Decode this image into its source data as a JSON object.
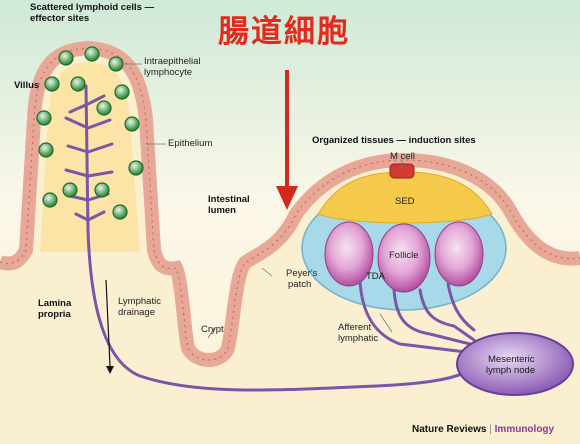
{
  "title_cjk": "腸道細胞",
  "labels": {
    "scattered_line1": "Scattered lymphoid cells —",
    "scattered_line2": "effector sites",
    "villus": "Villus",
    "intraepithelial_line1": "Intraepithelial",
    "intraepithelial_line2": "lymphocyte",
    "epithelium": "Epithelium",
    "organized": "Organized tissues — induction sites",
    "m_cell": "M cell",
    "sed": "SED",
    "intestinal_line1": "Intestinal",
    "intestinal_line2": "lumen",
    "follicle": "Follicle",
    "tda": "TDA",
    "peyers_line1": "Peyer's",
    "peyers_line2": "patch",
    "lamina_line1": "Lamina",
    "lamina_line2": "propria",
    "lymphatic_line1": "Lymphatic",
    "lymphatic_line2": "drainage",
    "crypt": "Crypt",
    "afferent_line1": "Afferent",
    "afferent_line2": "lymphatic",
    "mesenteric_line1": "Mesenteric",
    "mesenteric_line2": "lymph node"
  },
  "credit": {
    "publisher": "Nature Reviews",
    "separator": "|",
    "journal": "Immunology"
  },
  "colors": {
    "arrow": "#d42a1c",
    "vessel": "#7a55a8",
    "epithelium": "#d98a7e",
    "lymphocyte": "#3c9a4a",
    "follicle": "#c45fb0",
    "sed": "#f2c440",
    "dome": "#9fd6e6"
  }
}
